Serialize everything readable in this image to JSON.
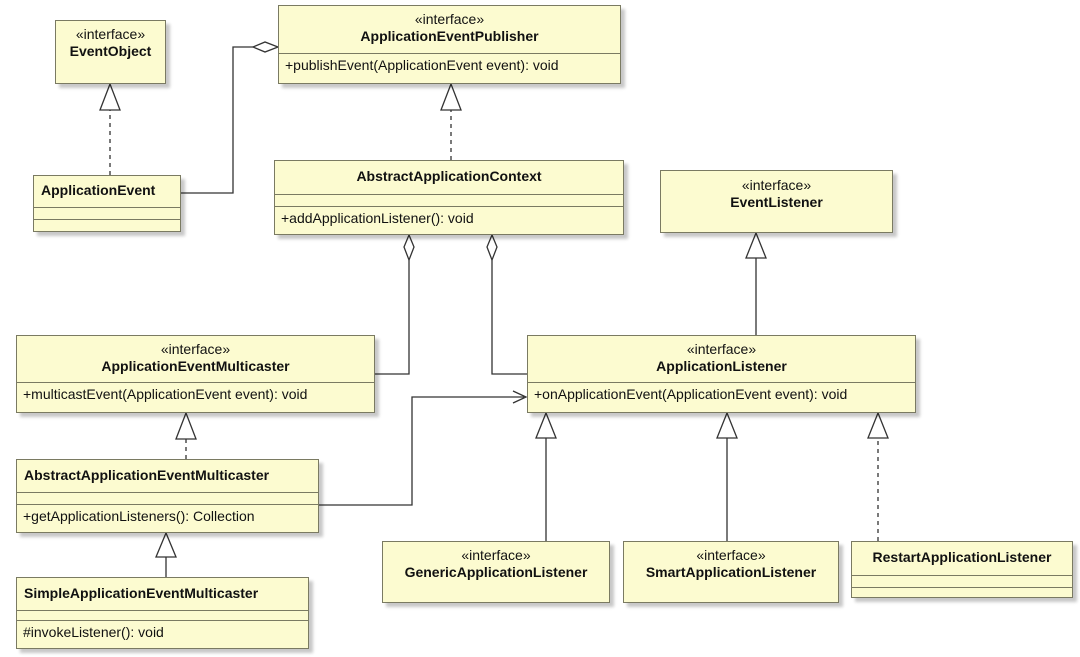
{
  "diagram": {
    "classes": {
      "event_object": {
        "stereotype": "«interface»",
        "name": "EventObject"
      },
      "application_event_publisher": {
        "stereotype": "«interface»",
        "name": "ApplicationEventPublisher",
        "operation": "+publishEvent(ApplicationEvent event): void"
      },
      "application_event": {
        "name": "ApplicationEvent"
      },
      "abstract_application_context": {
        "name": "AbstractApplicationContext",
        "operation": "+addApplicationListener(): void"
      },
      "event_listener": {
        "stereotype": "«interface»",
        "name": "EventListener"
      },
      "application_event_multicaster": {
        "stereotype": "«interface»",
        "name": "ApplicationEventMulticaster",
        "operation": "+multicastEvent(ApplicationEvent event): void"
      },
      "application_listener": {
        "stereotype": "«interface»",
        "name": "ApplicationListener",
        "operation": "+onApplicationEvent(ApplicationEvent event): void"
      },
      "abstract_application_event_multicaster": {
        "name": "AbstractApplicationEventMulticaster",
        "operation": "+getApplicationListeners(): Collection"
      },
      "simple_application_event_multicaster": {
        "name": "SimpleApplicationEventMulticaster",
        "operation": "#invokeListener(): void"
      },
      "generic_application_listener": {
        "stereotype": "«interface»",
        "name": "GenericApplicationListener"
      },
      "smart_application_listener": {
        "stereotype": "«interface»",
        "name": "SmartApplicationListener"
      },
      "restart_application_listener": {
        "name": "RestartApplicationListener"
      }
    },
    "relationships": [
      {
        "from": "ApplicationEvent",
        "to": "EventObject",
        "kind": "realization"
      },
      {
        "from": "ApplicationEvent",
        "to": "ApplicationEventPublisher",
        "kind": "aggregation"
      },
      {
        "from": "AbstractApplicationContext",
        "to": "ApplicationEventPublisher",
        "kind": "realization"
      },
      {
        "from": "ApplicationEventMulticaster",
        "to": "AbstractApplicationContext",
        "kind": "aggregation"
      },
      {
        "from": "ApplicationListener",
        "to": "AbstractApplicationContext",
        "kind": "aggregation"
      },
      {
        "from": "ApplicationListener",
        "to": "EventListener",
        "kind": "generalization"
      },
      {
        "from": "AbstractApplicationEventMulticaster",
        "to": "ApplicationEventMulticaster",
        "kind": "realization"
      },
      {
        "from": "AbstractApplicationEventMulticaster",
        "to": "ApplicationListener",
        "kind": "association"
      },
      {
        "from": "SimpleApplicationEventMulticaster",
        "to": "AbstractApplicationEventMulticaster",
        "kind": "generalization"
      },
      {
        "from": "GenericApplicationListener",
        "to": "ApplicationListener",
        "kind": "generalization"
      },
      {
        "from": "SmartApplicationListener",
        "to": "ApplicationListener",
        "kind": "generalization"
      },
      {
        "from": "RestartApplicationListener",
        "to": "ApplicationListener",
        "kind": "realization"
      }
    ]
  },
  "colors": {
    "class_fill": "#fcfbd0",
    "class_border": "#7a7a62",
    "edge": "#333333"
  }
}
